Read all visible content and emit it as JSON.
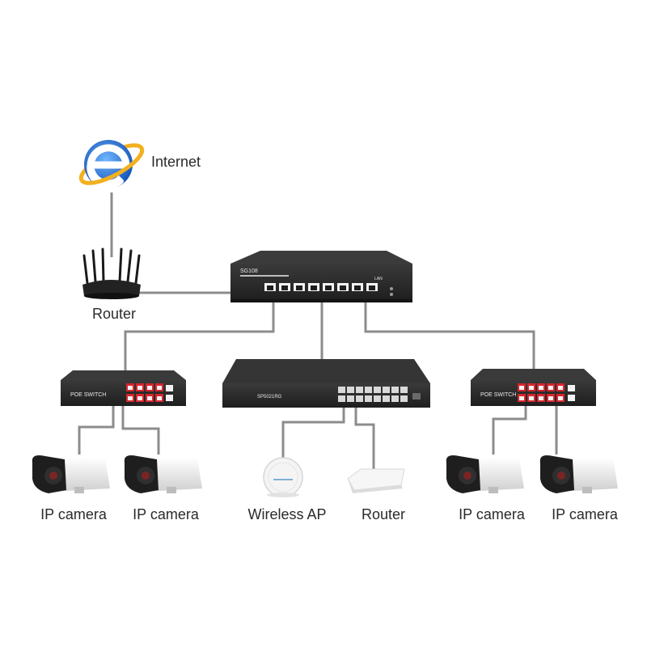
{
  "labels": {
    "internet": "Internet",
    "top_router": "Router",
    "ip_camera_1": "IP camera",
    "ip_camera_2": "IP camera",
    "wireless_ap": "Wireless AP",
    "bottom_router": "Router",
    "ip_camera_3": "IP camera",
    "ip_camera_4": "IP camera"
  },
  "devices": {
    "main_switch_model": "SG108",
    "main_switch_lan": "LAN",
    "center_switch_model": "SP5021RG",
    "left_poe_switch": "POE SWITCH",
    "right_poe_switch": "POE SWITCH"
  },
  "colors": {
    "cable": "#8c8c8c",
    "device_body": "#2b2b2b",
    "poe_port": "#d8262d",
    "ie_blue": "#1f6fd1",
    "ie_ring": "#f2b01e"
  },
  "icons": {
    "internet": "internet-explorer-icon",
    "router": "wifi-router-icon",
    "camera": "bullet-camera-icon",
    "ap": "ceiling-access-point-icon"
  }
}
